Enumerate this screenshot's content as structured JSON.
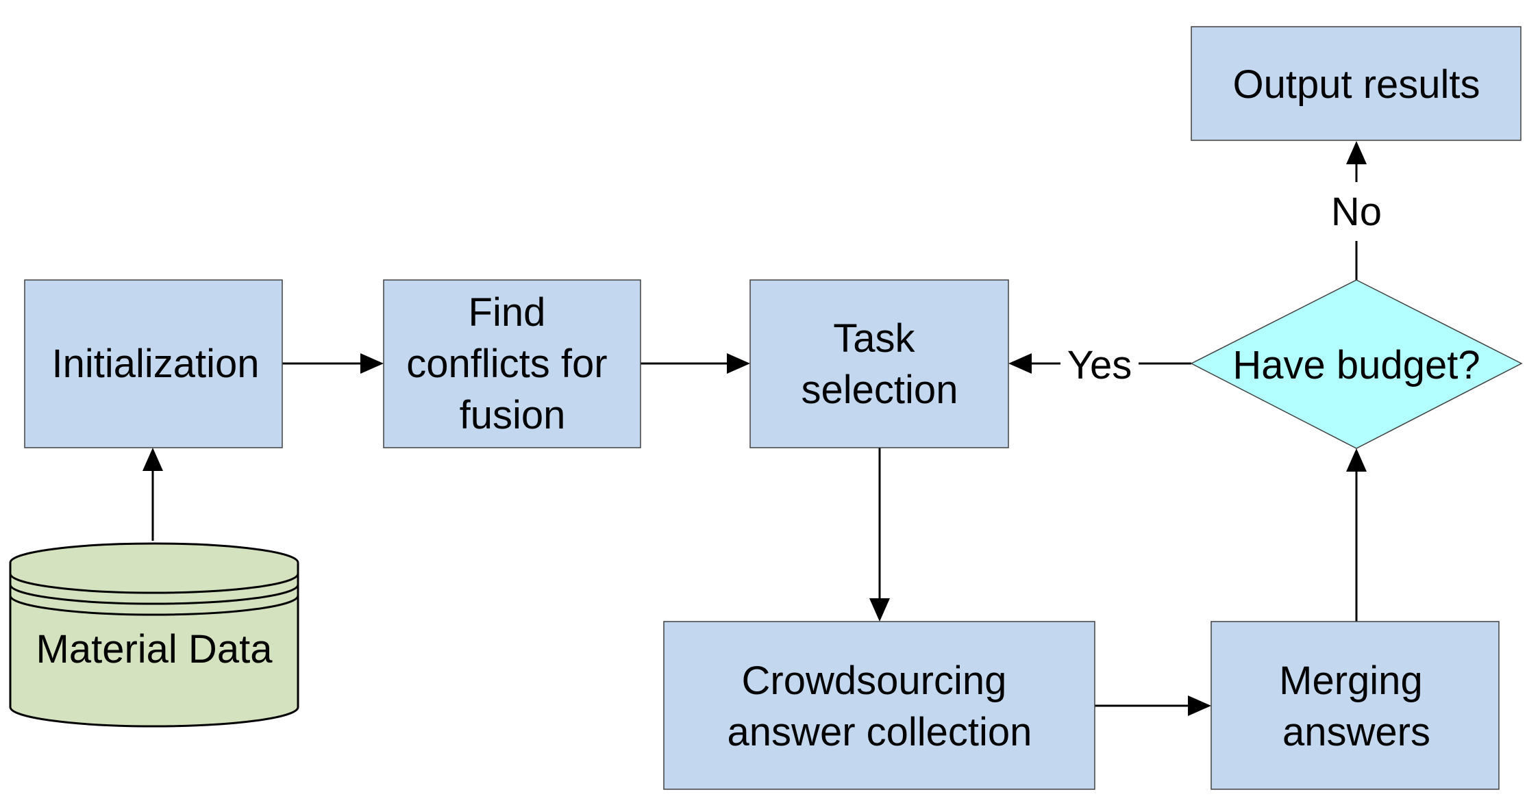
{
  "diagram": {
    "nodes": {
      "initialization": {
        "lines": [
          "Initialization"
        ]
      },
      "find_conflicts": {
        "lines": [
          "Find",
          "conflicts for",
          "fusion"
        ]
      },
      "task_selection": {
        "lines": [
          "Task",
          "selection"
        ]
      },
      "have_budget": {
        "lines": [
          "Have budget?"
        ]
      },
      "output_results": {
        "lines": [
          "Output results"
        ]
      },
      "crowdsourcing": {
        "lines": [
          "Crowdsourcing",
          "answer collection"
        ]
      },
      "merging": {
        "lines": [
          "Merging",
          "answers"
        ]
      },
      "material_data": {
        "lines": [
          "Material Data"
        ]
      }
    },
    "edges": {
      "yes_label": "Yes",
      "no_label": "No"
    }
  },
  "colors": {
    "process_fill": "#c3d7ef",
    "decision_fill": "#b3ffff",
    "datastore_fill": "#d4e2bf",
    "line": "#000000"
  }
}
